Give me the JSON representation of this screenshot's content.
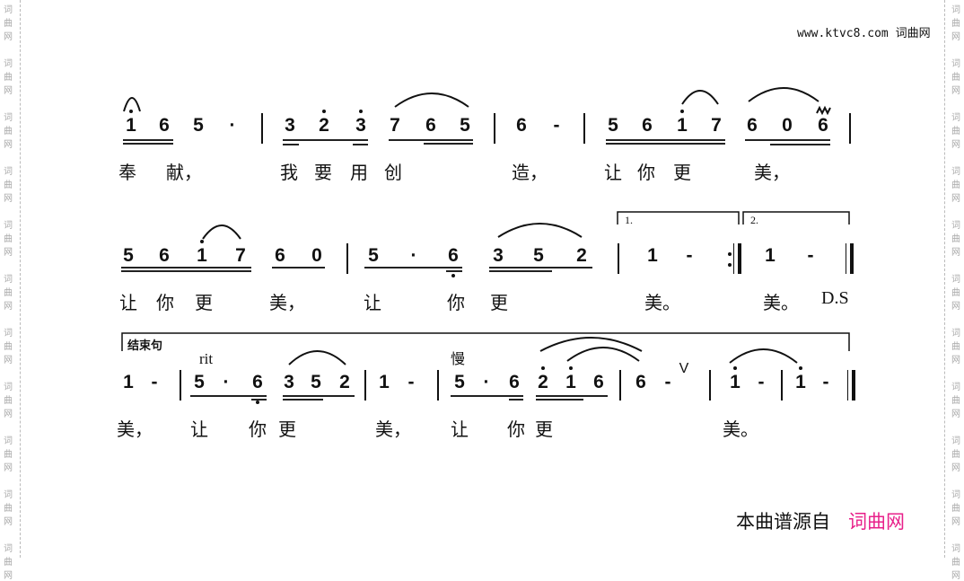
{
  "watermark": {
    "text": [
      "词",
      "曲",
      "网"
    ]
  },
  "header": {
    "site_url": "www.ktvc8.com",
    "site_name": "词曲网"
  },
  "footer": {
    "credit": "本曲谱源自",
    "brand": "词曲网",
    "brand_color": "#e8208a"
  },
  "rows": [
    {
      "notes": [
        {
          "t": "1",
          "o": 1
        },
        {
          "t": "6"
        },
        {
          "t": "5"
        },
        {
          "t": "·"
        },
        {
          "t": "|"
        },
        {
          "t": "3"
        },
        {
          "t": "2",
          "o": 1
        },
        {
          "t": "3",
          "o": 1
        },
        {
          "t": "7"
        },
        {
          "t": "6"
        },
        {
          "t": "5"
        },
        {
          "t": "|"
        },
        {
          "t": "6"
        },
        {
          "t": "-"
        },
        {
          "t": "|"
        },
        {
          "t": "5"
        },
        {
          "t": "6"
        },
        {
          "t": "1",
          "o": 1
        },
        {
          "t": "7"
        },
        {
          "t": "6"
        },
        {
          "t": "0"
        },
        {
          "t": "6"
        },
        {
          "t": "|"
        }
      ],
      "lyrics": [
        "奉",
        "献，",
        "我",
        "要",
        "用",
        "创",
        "造，",
        "让",
        "你",
        "更",
        "美，"
      ]
    },
    {
      "notes": [
        {
          "t": "5"
        },
        {
          "t": "6"
        },
        {
          "t": "1",
          "o": 1
        },
        {
          "t": "7"
        },
        {
          "t": "6"
        },
        {
          "t": "0"
        },
        {
          "t": "|"
        },
        {
          "t": "5"
        },
        {
          "t": "·"
        },
        {
          "t": "6",
          "o": -1
        },
        {
          "t": "3"
        },
        {
          "t": "5"
        },
        {
          "t": "2"
        },
        {
          "t": "|"
        },
        {
          "t": "1"
        },
        {
          "t": "-"
        },
        {
          "t": ":‖"
        },
        {
          "t": "1"
        },
        {
          "t": "-"
        },
        {
          "t": "‖"
        }
      ],
      "lyrics": [
        "让",
        "你",
        "更",
        "美，",
        "让",
        "你",
        "更",
        "美。",
        "美。",
        "D.S"
      ],
      "voltas": [
        "1.",
        "2."
      ]
    },
    {
      "notes": [
        {
          "t": "1"
        },
        {
          "t": "-"
        },
        {
          "t": "|"
        },
        {
          "t": "5"
        },
        {
          "t": "·"
        },
        {
          "t": "6",
          "o": -1
        },
        {
          "t": "3"
        },
        {
          "t": "5"
        },
        {
          "t": "2"
        },
        {
          "t": "|"
        },
        {
          "t": "1"
        },
        {
          "t": "-"
        },
        {
          "t": "|"
        },
        {
          "t": "5"
        },
        {
          "t": "·"
        },
        {
          "t": "6"
        },
        {
          "t": "2",
          "o": 1
        },
        {
          "t": "1",
          "o": 1
        },
        {
          "t": "6"
        },
        {
          "t": "|"
        },
        {
          "t": "6"
        },
        {
          "t": "-"
        },
        {
          "t": "V"
        },
        {
          "t": "|"
        },
        {
          "t": "1",
          "o": 1
        },
        {
          "t": "-"
        },
        {
          "t": "|"
        },
        {
          "t": "1",
          "o": 1
        },
        {
          "t": "-"
        },
        {
          "t": "‖"
        }
      ],
      "lyrics": [
        "美，",
        "让",
        "你",
        "更",
        "美，",
        "让",
        "你",
        "更",
        "美。"
      ],
      "section_label": "结束句",
      "tempo_marks": [
        "rit",
        "慢"
      ]
    }
  ]
}
